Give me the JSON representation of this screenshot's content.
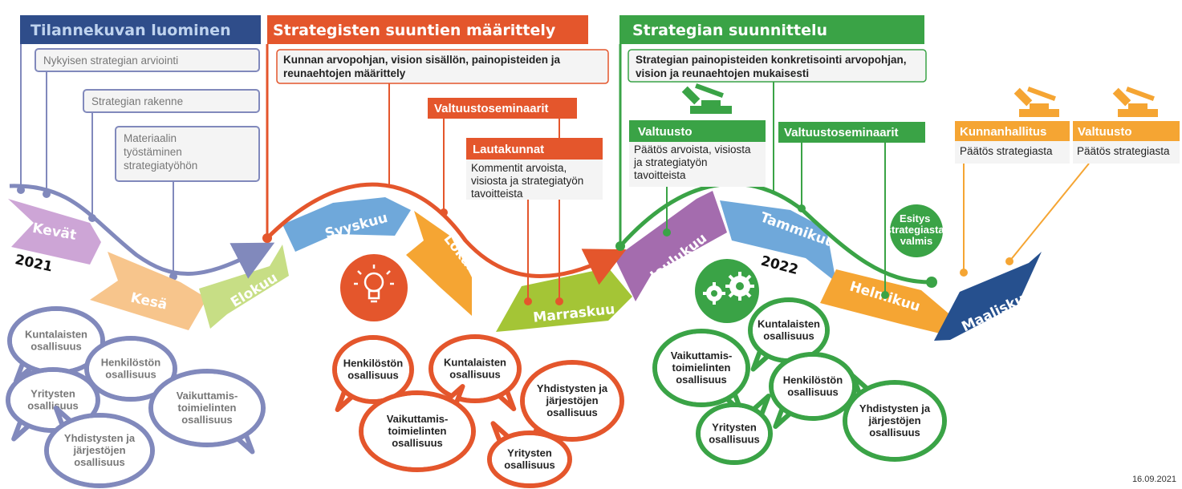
{
  "phases": {
    "p1_title": "Tilannekuvan luominen",
    "p2_title": "Strategisten suuntien määrittely",
    "p3_title": "Strategian suunnittelu"
  },
  "colors": {
    "purple_blue": "#8189BC",
    "orange": "#E4562C",
    "green": "#3AA346",
    "amber": "#F5A533",
    "navy": "#26508E"
  },
  "p1": {
    "box1": "Nykyisen strategian arviointi",
    "box2": "Strategian rakenne",
    "box3": [
      "Materiaalin",
      "työstäminen",
      "strategiatyöhön"
    ]
  },
  "p2": {
    "box1": [
      "Kunnan arvopohjan, vision sisällön, painopisteiden ja",
      "reunaehtojen määrittely"
    ],
    "valtuustoseminaarit": "Valtuustoseminaarit",
    "lautakunnat": "Lautakunnat",
    "lautakunnat_desc": [
      "Kommentit arvoista,",
      "visiosta ja strategiatyön",
      "tavoitteista"
    ]
  },
  "p3": {
    "box1": [
      "Strategian painopisteiden konkretisointi arvopohjan,",
      "vision ja reunaehtojen mukaisesti"
    ],
    "valtuusto": "Valtuusto",
    "valtuusto_desc": [
      "Päätös arvoista, visiosta",
      "ja strategiatyön",
      "tavoitteista"
    ],
    "valtuustoseminaarit": "Valtuustoseminaarit",
    "esitys": [
      "Esitys",
      "strategiasta",
      "valmis"
    ]
  },
  "final": {
    "kunnanhallitus": "Kunnanhallitus",
    "kunnanhallitus_desc": "Päätös strategiasta",
    "valtuusto": "Valtuusto",
    "valtuusto_desc": "Päätös strategiasta"
  },
  "months": [
    "Kevät",
    "Kesä",
    "Elokuu",
    "Syyskuu",
    "Lokakuu",
    "Marraskuu",
    "Joulukuu",
    "Tammikuu",
    "Helmikuu",
    "Maaliskuu"
  ],
  "years": {
    "y2021": "2021",
    "y2022": "2022"
  },
  "bubbles_blue": [
    [
      "Kuntalaisten",
      "osallisuus"
    ],
    [
      "Henkilöstön",
      "osallisuus"
    ],
    [
      "Yritysten",
      "osallisuus"
    ],
    [
      "Vaikuttamis-",
      "toimielinten",
      "osallisuus"
    ],
    [
      "Yhdistysten ja",
      "järjestöjen",
      "osallisuus"
    ]
  ],
  "bubbles_orange": [
    [
      "Henkilöstön",
      "osallisuus"
    ],
    [
      "Kuntalaisten",
      "osallisuus"
    ],
    [
      "Yhdistysten ja",
      "järjestöjen",
      "osallisuus"
    ],
    [
      "Vaikuttamis-",
      "toimielinten",
      "osallisuus"
    ],
    [
      "Yritysten",
      "osallisuus"
    ]
  ],
  "bubbles_green": [
    [
      "Kuntalaisten",
      "osallisuus"
    ],
    [
      "Vaikuttamis-",
      "toimielinten",
      "osallisuus"
    ],
    [
      "Henkilöstön",
      "osallisuus"
    ],
    [
      "Yhdistysten ja",
      "järjestöjen",
      "osallisuus"
    ],
    [
      "Yritysten",
      "osallisuus"
    ]
  ],
  "date": "16.09.2021"
}
